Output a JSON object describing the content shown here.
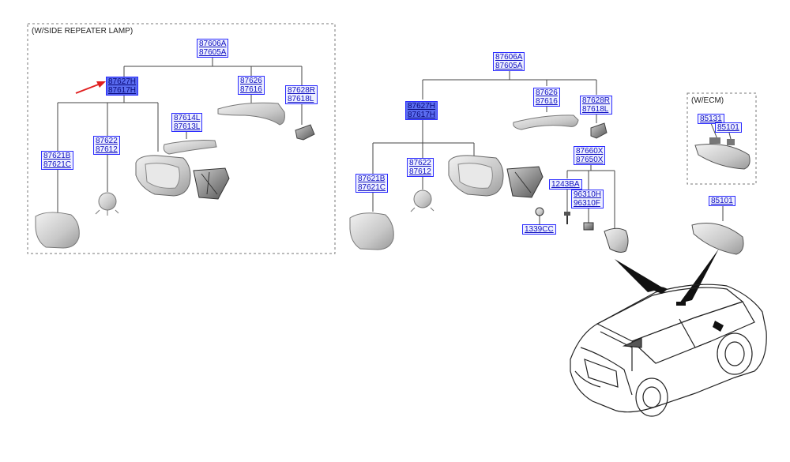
{
  "groups": {
    "repeater": "(W/SIDE REPEATER LAMP)",
    "ecm": "(W/ECM)"
  },
  "labels": {
    "l1": [
      "87606A",
      "87605A"
    ],
    "l2": [
      "87627H",
      "87617H"
    ],
    "l3": [
      "87626",
      "87616"
    ],
    "l4": [
      "87628R",
      "87618L"
    ],
    "l5": [
      "87614L",
      "87613L"
    ],
    "l6": [
      "87622",
      "87612"
    ],
    "l7": [
      "87621B",
      "87621C"
    ],
    "r1": [
      "87606A",
      "87605A"
    ],
    "r2": [
      "87627H",
      "87617H"
    ],
    "r3": [
      "87626",
      "87616"
    ],
    "r4": [
      "87628R",
      "87618L"
    ],
    "r5": [
      "87622",
      "87612"
    ],
    "r6": [
      "87621B",
      "87621C"
    ],
    "r7": [
      "87660X",
      "87650X"
    ],
    "r8": [
      "1243BA"
    ],
    "r9": [
      "96310H",
      "96310F"
    ],
    "r10": [
      "1339CC"
    ],
    "e1": [
      "85131"
    ],
    "e2": [
      "85101"
    ],
    "e3": [
      "85101"
    ]
  },
  "colors": {
    "label_border": "#2b2bff",
    "label_text": "#1010c0",
    "label_selected": "#5a6cf0",
    "pointer_arrow": "#e02020"
  }
}
